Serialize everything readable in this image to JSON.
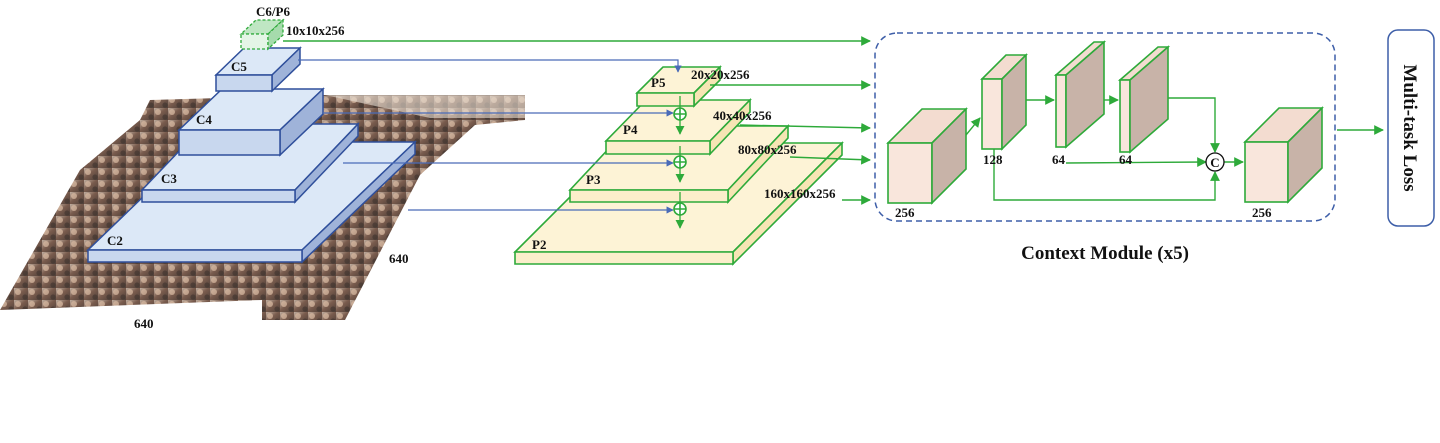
{
  "backbone": {
    "c6p6": "C6/P6",
    "c6_size": "10x10x256",
    "c5": "C5",
    "c4": "C4",
    "c3": "C3",
    "c2": "C2",
    "input_width": "640",
    "input_height": "640"
  },
  "fpn": {
    "p5": "P5",
    "p4": "P4",
    "p3": "P3",
    "p2": "P2",
    "p5_size": "20x20x256",
    "p4_size": "40x40x256",
    "p3_size": "80x80x256",
    "p2_size": "160x160x256",
    "add_symbol": "⊕"
  },
  "context_module": {
    "title": "Context Module (x5)",
    "in_channels": "256",
    "branch_a": "128",
    "branch_b": "64",
    "branch_c": "64",
    "concat_symbol": "C",
    "out_channels": "256"
  },
  "output": {
    "label": "Multi-task Loss"
  },
  "colors": {
    "backbone_fill": "#dce8f7",
    "backbone_stroke": "#2f4f9b",
    "fpn_fill": "#fdf3d6",
    "fpn_stroke": "#2eaa3a",
    "arrow_green": "#2eaa3a",
    "arrow_blue": "#4a6bb8",
    "ctx_front": "#f9e6dc",
    "ctx_side": "#c8b3a8",
    "ctx_border": "#3d5ea8"
  },
  "icons": [
    "photo-crowd-image",
    "plus-circle-icon",
    "concat-circle-icon"
  ]
}
